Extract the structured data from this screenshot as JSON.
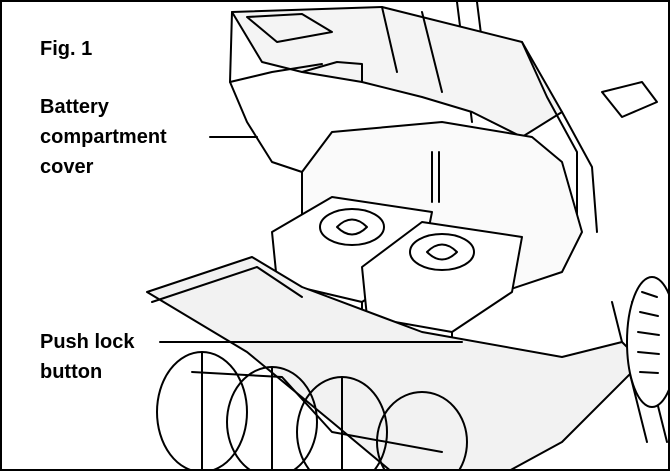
{
  "figure": {
    "title": "Fig. 1",
    "callouts": {
      "battery_cover": {
        "line1": "Battery",
        "line2": "compartment",
        "line3": "cover"
      },
      "push_lock": {
        "line1": "Push lock",
        "line2": "button"
      }
    }
  }
}
